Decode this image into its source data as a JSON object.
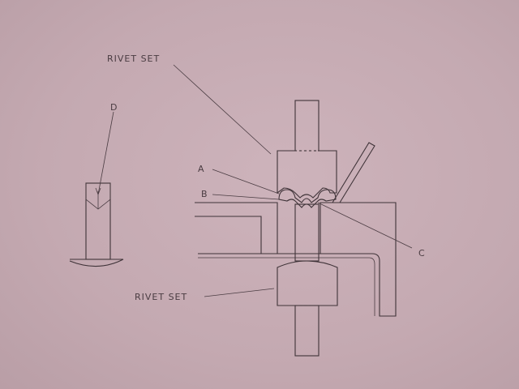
{
  "labels": {
    "rivet_set_top": "RIVET SET",
    "rivet_set_bottom": "RIVET SET",
    "a": "A",
    "b": "B",
    "c": "C",
    "d": "D"
  },
  "colors": {
    "paper": "#c7acb4",
    "ink": "#3f3338"
  }
}
